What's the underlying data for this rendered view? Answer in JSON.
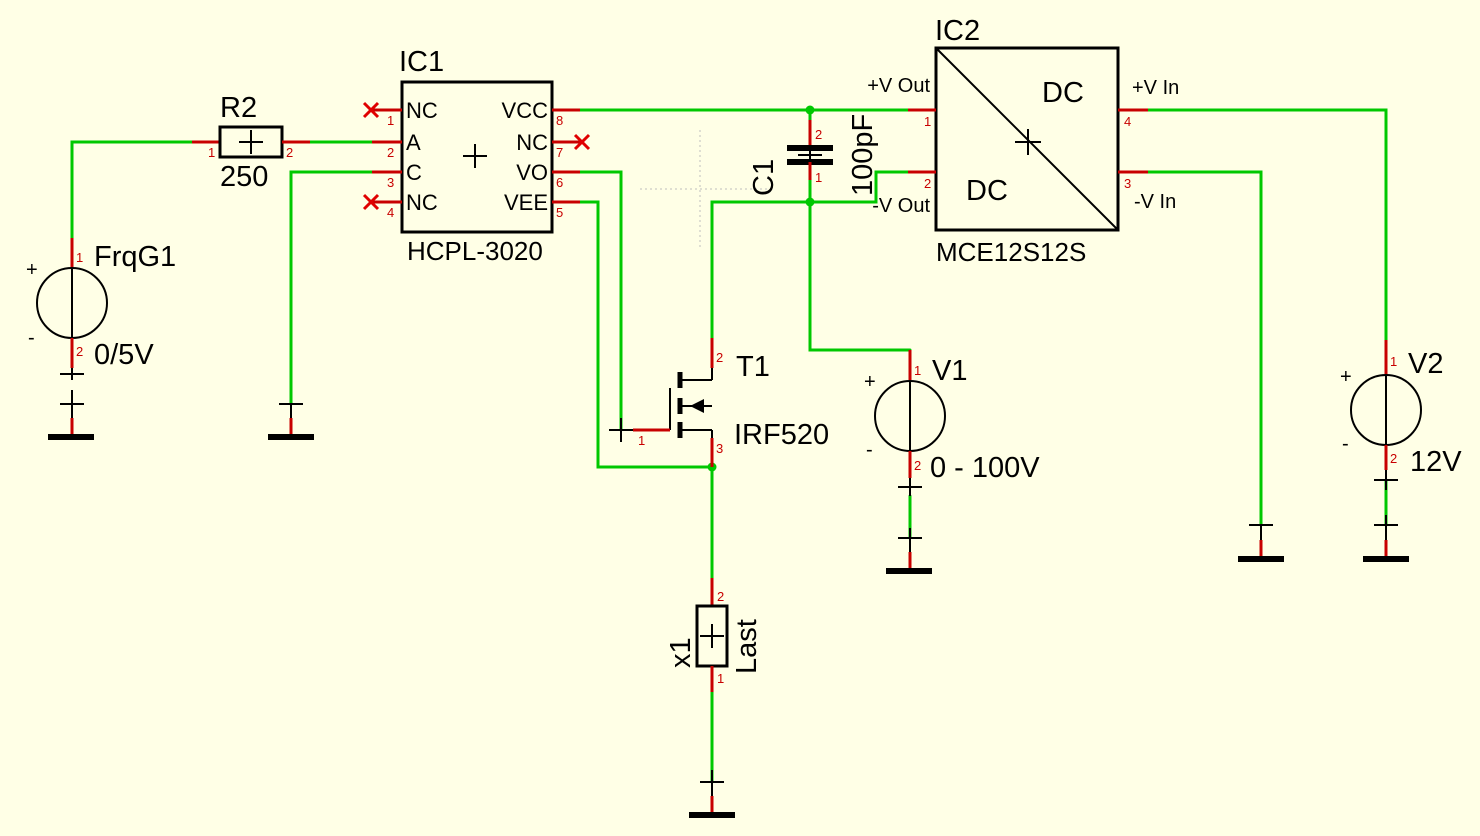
{
  "colors": {
    "background": "#ffffe6",
    "wire": "#00c800",
    "pin_lead": "#c80000",
    "no_connect": "#e00000",
    "symbol": "#000000"
  },
  "components": {
    "R2": {
      "ref": "R2",
      "value": "250",
      "pin1": "1",
      "pin2": "2"
    },
    "FrqG1": {
      "ref": "FrqG1",
      "value": "0/5V",
      "plus": "+",
      "minus": "-",
      "pin1": "1",
      "pin2": "2"
    },
    "IC1": {
      "ref": "IC1",
      "part": "HCPL-3020",
      "pins_left": [
        {
          "name": "NC",
          "num": "1"
        },
        {
          "name": "A",
          "num": "2"
        },
        {
          "name": "C",
          "num": "3"
        },
        {
          "name": "NC",
          "num": "4"
        }
      ],
      "pins_right": [
        {
          "name": "VCC",
          "num": "8"
        },
        {
          "name": "NC",
          "num": "7"
        },
        {
          "name": "VO",
          "num": "6"
        },
        {
          "name": "VEE",
          "num": "5"
        }
      ]
    },
    "C1": {
      "ref": "C1",
      "value": "100pF",
      "pin1": "1",
      "pin2": "2"
    },
    "IC2": {
      "ref": "IC2",
      "part": "MCE12S12S",
      "dc_top": "DC",
      "dc_bottom": "DC",
      "pins_left": [
        {
          "name": "+V Out",
          "num": "1"
        },
        {
          "name": "-V Out",
          "num": "2"
        }
      ],
      "pins_right": [
        {
          "name": "+V In",
          "num": "4"
        },
        {
          "name": "-V In",
          "num": "3"
        }
      ]
    },
    "T1": {
      "ref": "T1",
      "part": "IRF520",
      "pin1": "1",
      "pin2": "2",
      "pin3": "3"
    },
    "V1": {
      "ref": "V1",
      "value": "0 - 100V",
      "plus": "+",
      "minus": "-",
      "pin1": "1",
      "pin2": "2"
    },
    "V2": {
      "ref": "V2",
      "value": "12V",
      "plus": "+",
      "minus": "-",
      "pin1": "1",
      "pin2": "2"
    },
    "X1": {
      "ref": "x1",
      "value": "Last",
      "pin1": "1",
      "pin2": "2"
    }
  }
}
